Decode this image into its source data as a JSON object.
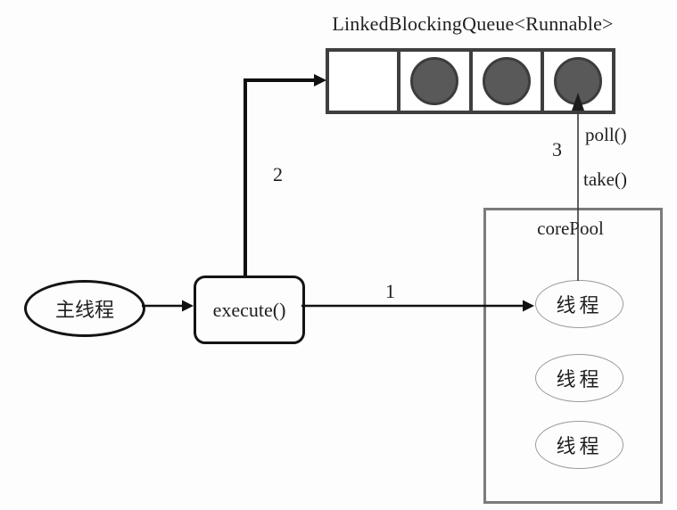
{
  "diagram": {
    "queue": {
      "title": "LinkedBlockingQueue<Runnable>",
      "slots": [
        {
          "filled": false
        },
        {
          "filled": true
        },
        {
          "filled": true
        },
        {
          "filled": true
        }
      ]
    },
    "nodes": {
      "main_thread": "主线程",
      "execute": "execute()",
      "core_pool": "corePool",
      "threads": [
        "线程",
        "线程",
        "线程"
      ]
    },
    "labels": {
      "step1": "1",
      "step2": "2",
      "step3": "3",
      "poll": "poll()",
      "take": "take()"
    },
    "colors": {
      "task_fill": "#595959",
      "queue_border": "#3f3f3f",
      "pool_border": "#7b7b7b",
      "thread_border": "#9a9a9a",
      "line": "#111111"
    }
  }
}
